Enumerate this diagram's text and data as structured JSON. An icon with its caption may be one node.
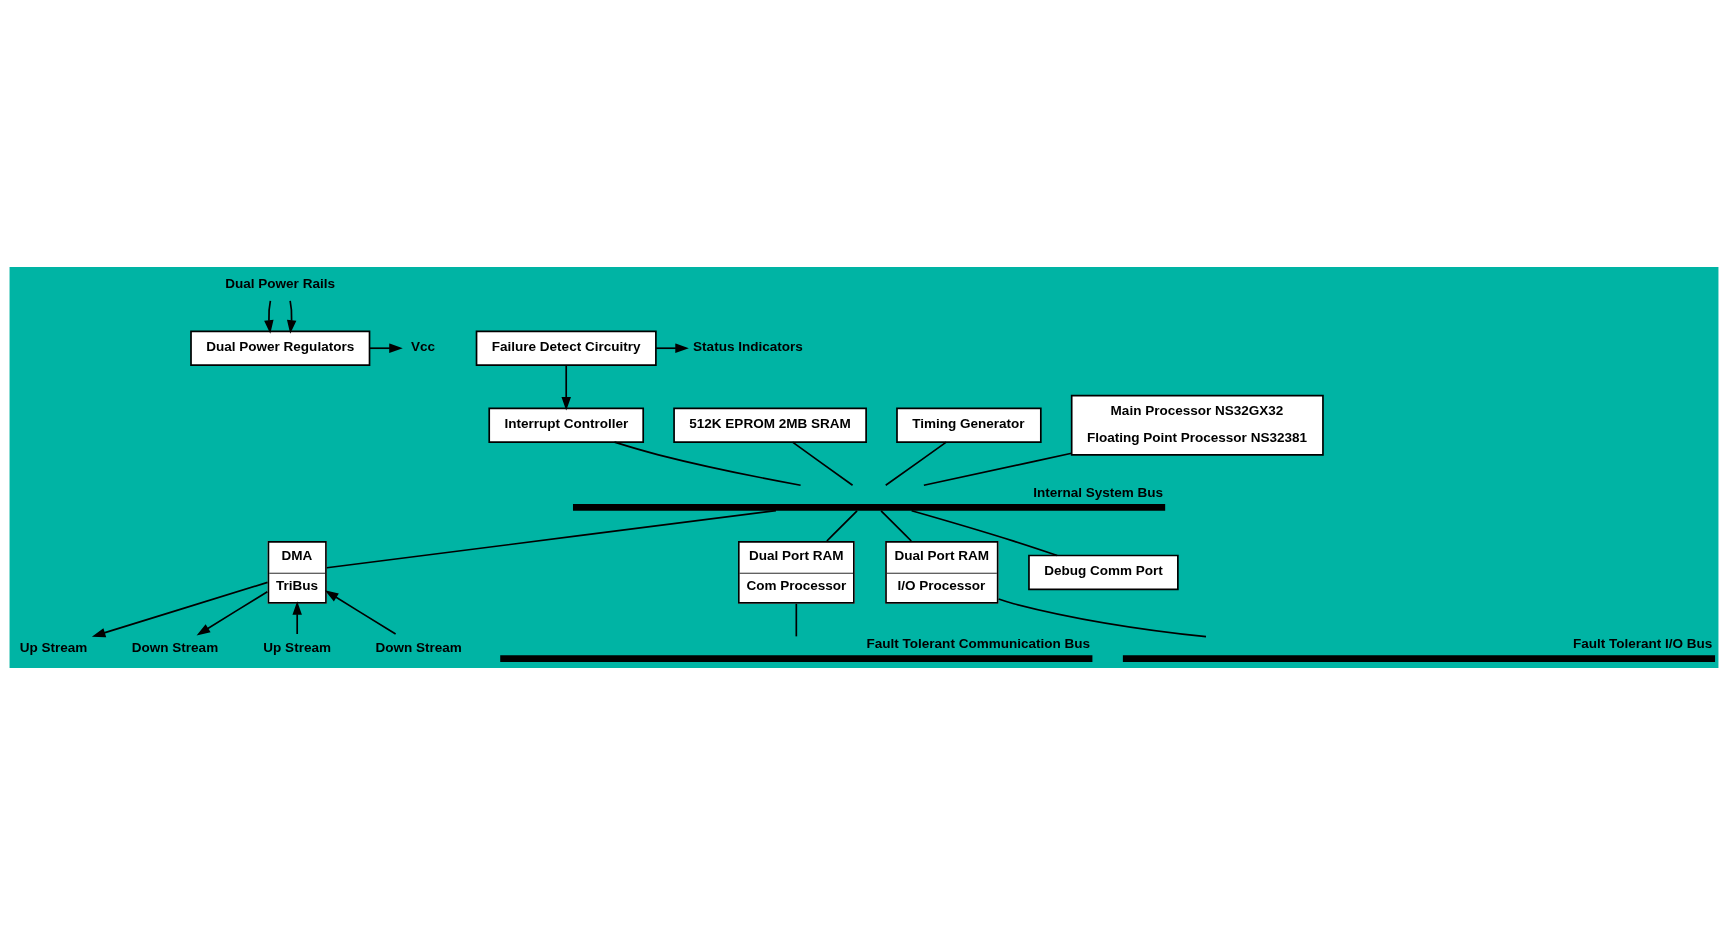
{
  "diagram": {
    "nodes": [
      {
        "text": [
          "Dual Power Rails"
        ]
      },
      {
        "text": [
          "Dual Power Regulators"
        ]
      },
      {
        "text": [
          "Vcc"
        ]
      },
      {
        "text": [
          "Failure Detect Circuitry"
        ]
      },
      {
        "text": [
          "Status Indicators"
        ]
      },
      {
        "text": [
          "Interrupt Controller"
        ]
      },
      {
        "text": [
          "512K EPROM 2MB SRAM"
        ]
      },
      {
        "text": [
          "Timing Generator"
        ]
      },
      {
        "text": [
          "Main Processor NS32GX32",
          "Floating Point Processor NS32381"
        ]
      },
      {
        "text": [
          "Internal System Bus"
        ]
      },
      {
        "text": [
          "DMA",
          "TriBus"
        ]
      },
      {
        "text": [
          "Dual Port RAM",
          "Com Processor"
        ]
      },
      {
        "text": [
          "Dual Port RAM",
          "I/O Processor"
        ]
      },
      {
        "text": [
          "Debug Comm Port"
        ]
      },
      {
        "text": [
          "Fault Tolerant I/O Bus"
        ]
      },
      {
        "text": [
          "Fault Tolerant Communication Bus"
        ]
      },
      {
        "text": [
          "Up Stream"
        ]
      },
      {
        "text": [
          "Down Stream"
        ]
      },
      {
        "text": [
          "Up Stream"
        ]
      },
      {
        "text": [
          "Down Stream"
        ]
      }
    ],
    "edges": [
      {
        "from": 0,
        "to": 1,
        "arrow": "to"
      },
      {
        "from": 0,
        "to": 1,
        "arrow": "to"
      },
      {
        "from": 1,
        "to": 2,
        "arrow": "to"
      },
      {
        "from": 3,
        "to": 4,
        "arrow": "to"
      },
      {
        "from": 3,
        "to": 5,
        "arrow": "to"
      },
      {
        "from": 6,
        "to": 9,
        "arrow": "none"
      },
      {
        "from": 7,
        "to": 9,
        "arrow": "none"
      },
      {
        "from": 5,
        "to": 9,
        "arrow": "none"
      },
      {
        "from": 8,
        "to": 9,
        "arrow": "none"
      },
      {
        "from": 9,
        "to": 10,
        "arrow": "none"
      },
      {
        "from": 9,
        "to": 11,
        "arrow": "none"
      },
      {
        "from": 9,
        "to": 12,
        "arrow": "none"
      },
      {
        "from": 9,
        "to": 13,
        "arrow": "none"
      },
      {
        "from": 12,
        "to": 14,
        "arrow": "none"
      },
      {
        "from": 11,
        "to": 15,
        "arrow": "none"
      },
      {
        "from": 16,
        "to": 10,
        "arrow": "to"
      },
      {
        "from": 17,
        "to": 10,
        "arrow": "to"
      },
      {
        "from": 10,
        "to": 18,
        "arrow": "to"
      },
      {
        "from": 10,
        "to": 19,
        "arrow": "to"
      }
    ]
  }
}
